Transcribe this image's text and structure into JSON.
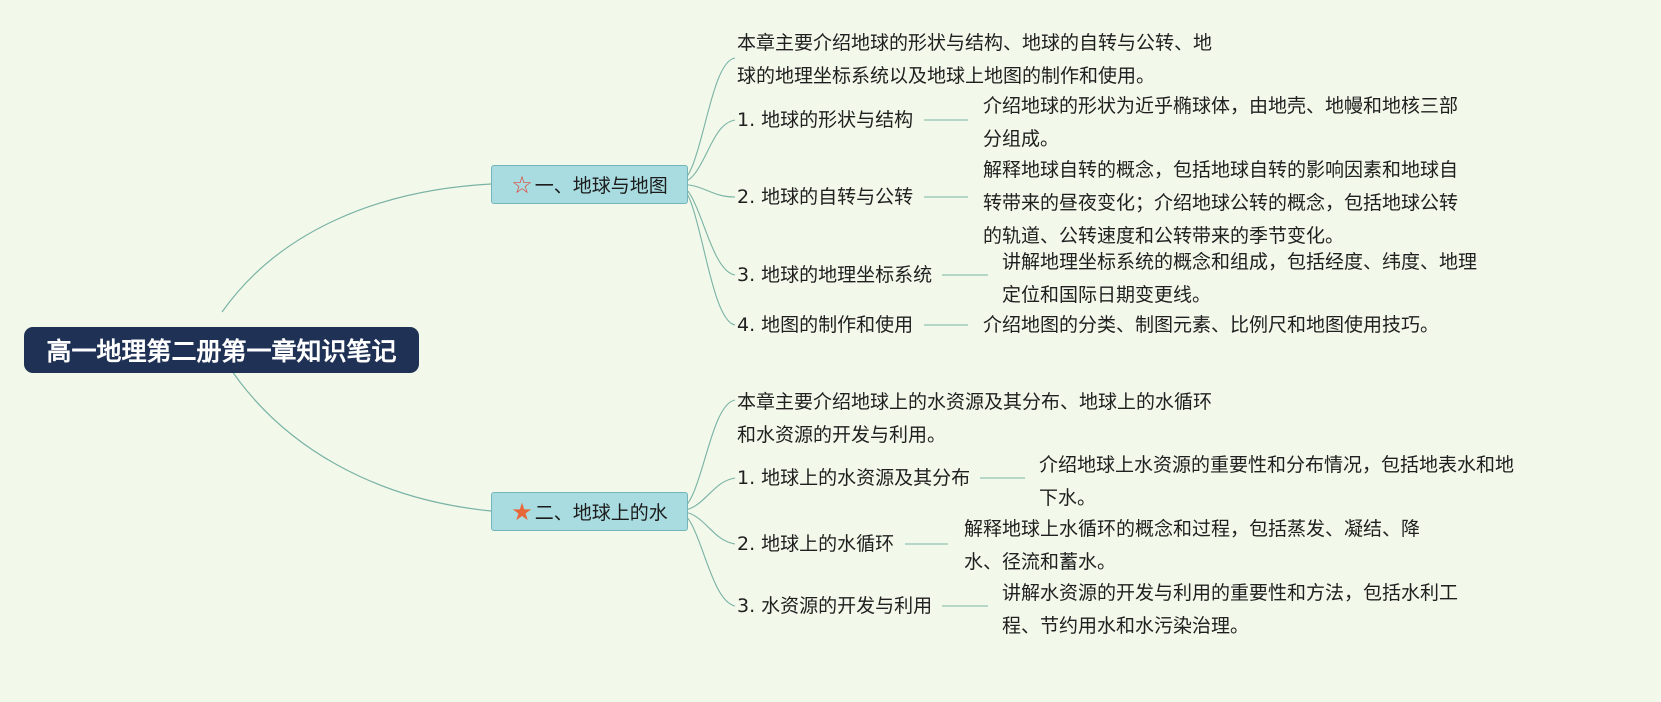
{
  "root": {
    "label": "高一地理第二册第一章知识笔记"
  },
  "branches": [
    {
      "label": "一、地球与地图",
      "icon": "star-outline-icon",
      "summary": [
        "本章主要介绍地球的形状与结构、地球的自转与公转、地",
        "球的地理坐标系统以及地球上地图的制作和使用。"
      ],
      "topics": [
        {
          "label": "1. 地球的形状与结构",
          "desc": [
            "介绍地球的形状为近乎椭球体，由地壳、地幔和地核三部",
            "分组成。"
          ]
        },
        {
          "label": "2. 地球的自转与公转",
          "desc": [
            "解释地球自转的概念，包括地球自转的影响因素和地球自",
            "转带来的昼夜变化；介绍地球公转的概念，包括地球公转",
            "的轨道、公转速度和公转带来的季节变化。"
          ]
        },
        {
          "label": "3. 地球的地理坐标系统",
          "desc": [
            "讲解地理坐标系统的概念和组成，包括经度、纬度、地理",
            "定位和国际日期变更线。"
          ]
        },
        {
          "label": "4. 地图的制作和使用",
          "desc": [
            "介绍地图的分类、制图元素、比例尺和地图使用技巧。"
          ]
        }
      ]
    },
    {
      "label": "二、地球上的水",
      "icon": "star-filled-icon",
      "summary": [
        "本章主要介绍地球上的水资源及其分布、地球上的水循环",
        "和水资源的开发与利用。"
      ],
      "topics": [
        {
          "label": "1. 地球上的水资源及其分布",
          "desc": [
            "介绍地球上水资源的重要性和分布情况，包括地表水和地",
            "下水。"
          ]
        },
        {
          "label": "2. 地球上的水循环",
          "desc": [
            "解释地球上水循环的概念和过程，包括蒸发、凝结、降",
            "水、径流和蓄水。"
          ]
        },
        {
          "label": "3. 水资源的开发与利用",
          "desc": [
            "讲解水资源的开发与利用的重要性和方法，包括水利工",
            "程、节约用水和水污染治理。"
          ]
        }
      ]
    }
  ],
  "colors": {
    "background": "#f2f8ea",
    "root_fill": "#1f3154",
    "branch_fill": "#a8dce0",
    "connector": "#79b3a5",
    "star": "#e8673a"
  }
}
